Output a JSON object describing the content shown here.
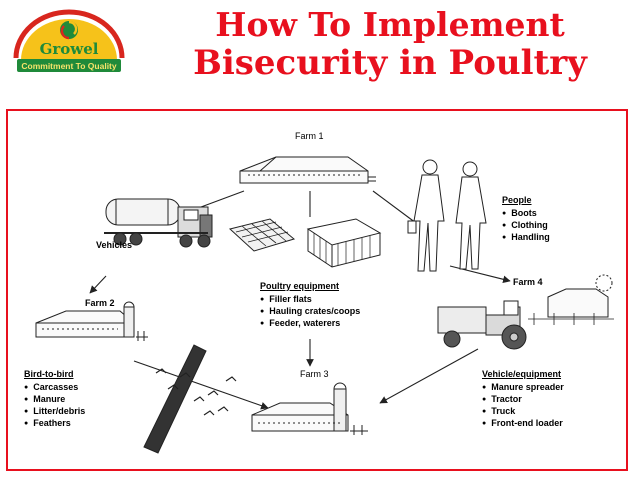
{
  "logo": {
    "brand": "Growel",
    "tagline": "Commitment To Quality"
  },
  "slide": {
    "title_line1": "How To Implement",
    "title_line2": "Bisecurity in Poultry"
  },
  "diagram": {
    "farm1": "Farm 1",
    "farm2": "Farm 2",
    "farm3": "Farm 3",
    "farm4": "Farm 4",
    "vehicles": "Vehicles",
    "people": {
      "heading": "People",
      "items": [
        "Boots",
        "Clothing",
        "Handling"
      ]
    },
    "poultry_equipment": {
      "heading": "Poultry equipment",
      "items": [
        "Filler flats",
        "Hauling crates/coops",
        "Feeder, waterers"
      ]
    },
    "bird_to_bird": {
      "heading": "Bird-to-bird",
      "items": [
        "Carcasses",
        "Manure",
        "Litter/debris",
        "Feathers"
      ]
    },
    "vehicle_equipment": {
      "heading": "Vehicle/equipment",
      "items": [
        "Manure spreader",
        "Tractor",
        "Truck",
        "Front-end loader"
      ]
    }
  },
  "colors": {
    "title_red": "#e8101e",
    "logo_yellow": "#f6c21a",
    "logo_green": "#1f8a3a",
    "logo_red": "#d8261e"
  }
}
